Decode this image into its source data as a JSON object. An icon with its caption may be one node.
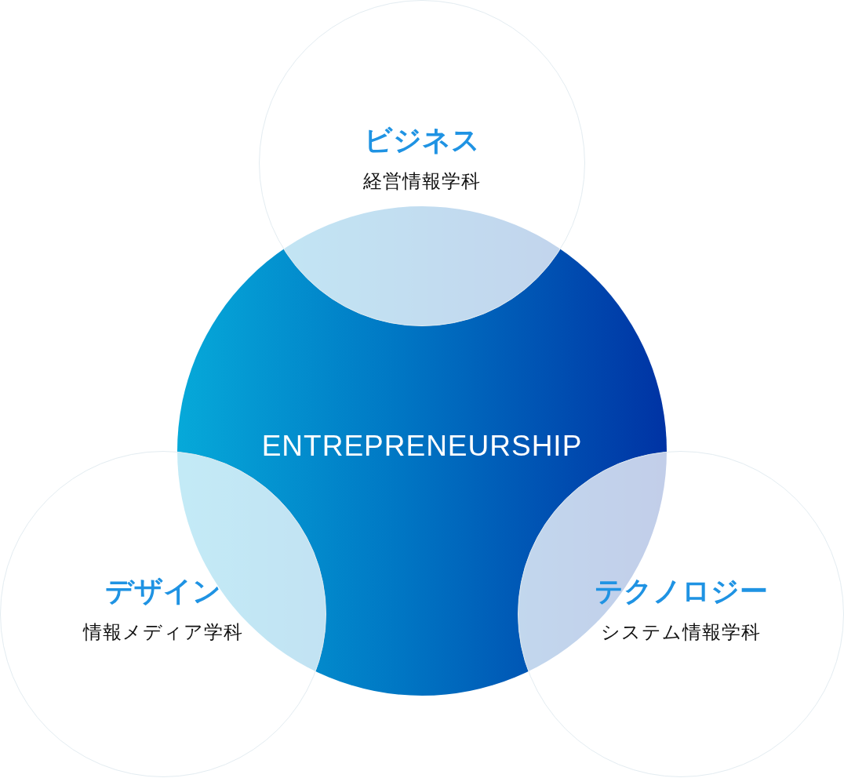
{
  "diagram": {
    "nodes": [
      {
        "text": [
          "ビジネス",
          "経営情報学科"
        ]
      },
      {
        "text": [
          "ENTREPRENEURSHIP"
        ]
      },
      {
        "text": [
          "デザイン",
          "情報メディア学科"
        ]
      },
      {
        "text": [
          "テクノロジー",
          "システム情報学科"
        ]
      }
    ]
  }
}
